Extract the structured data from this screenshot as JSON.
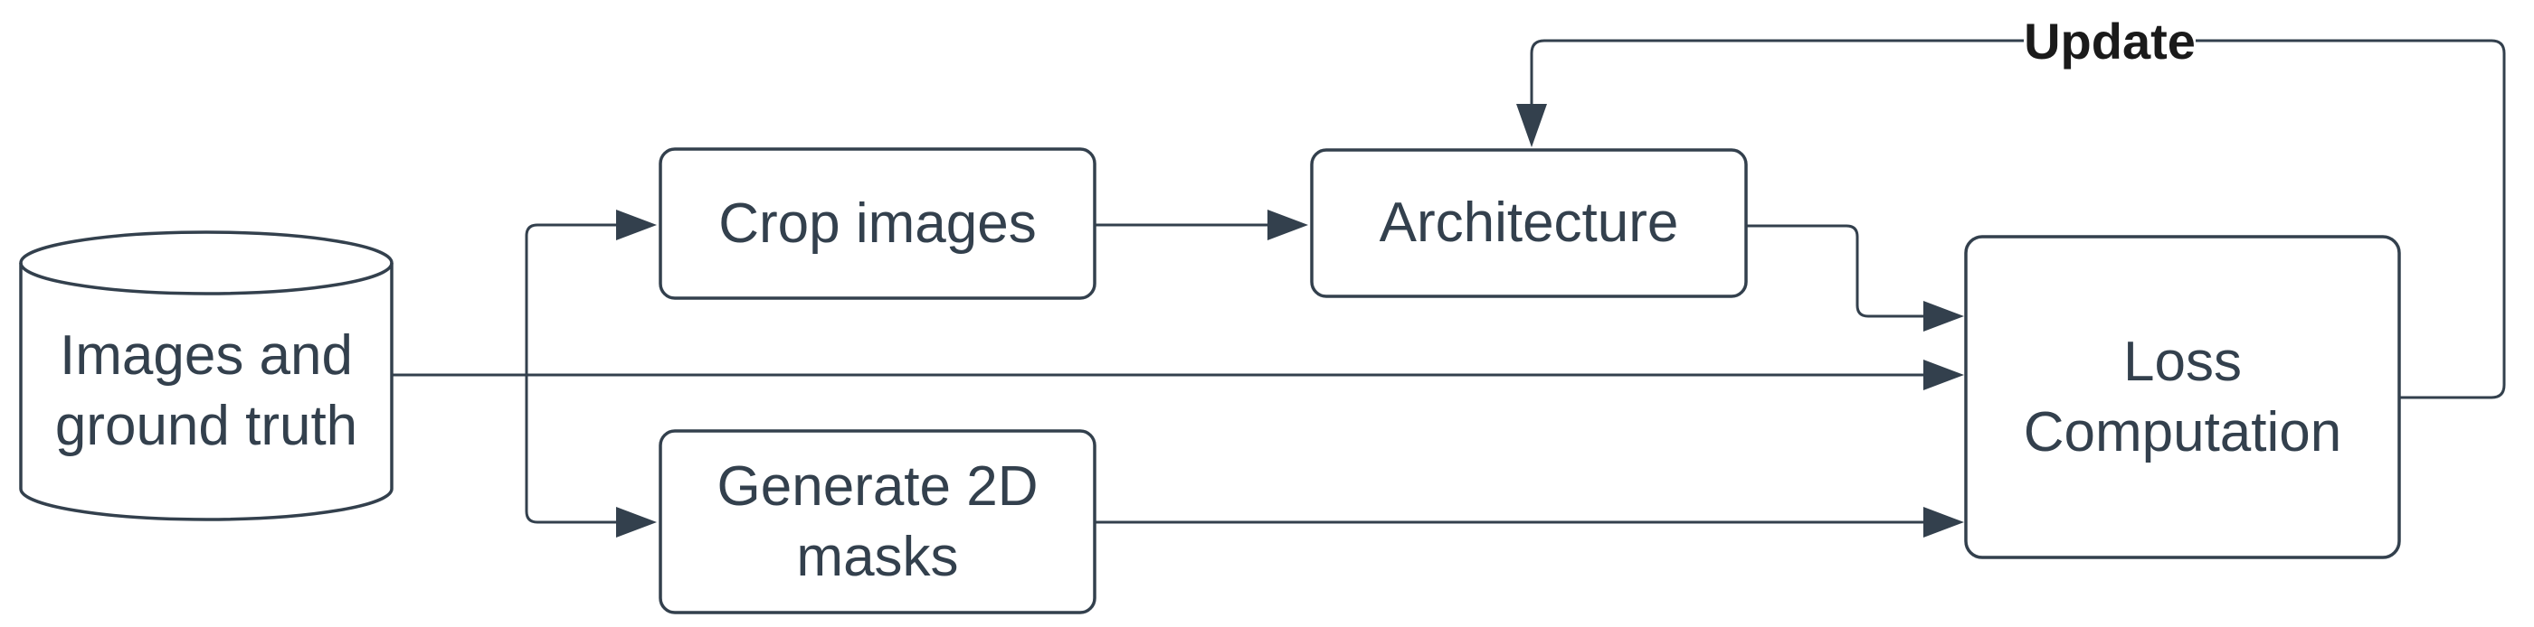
{
  "diagram": {
    "title": "training-pipeline-flowchart",
    "colors": {
      "background": "#ffffff",
      "stroke": "#33404d",
      "node_text": "#33404d",
      "update_label_text": "#1a1a1a"
    },
    "nodes": [
      {
        "id": "dataset",
        "shape": "cylinder",
        "label": "Images and\nground truth"
      },
      {
        "id": "crop",
        "shape": "rounded-rect",
        "label": "Crop images"
      },
      {
        "id": "architecture",
        "shape": "rounded-rect",
        "label": "Architecture"
      },
      {
        "id": "masks",
        "shape": "rounded-rect",
        "label": "Generate 2D\nmasks"
      },
      {
        "id": "loss",
        "shape": "rounded-rect",
        "label": "Loss\nComputation"
      }
    ],
    "edges": [
      {
        "from": "dataset",
        "to": "crop",
        "label": ""
      },
      {
        "from": "dataset",
        "to": "loss",
        "label": ""
      },
      {
        "from": "dataset",
        "to": "masks",
        "label": ""
      },
      {
        "from": "crop",
        "to": "architecture",
        "label": ""
      },
      {
        "from": "architecture",
        "to": "loss",
        "label": ""
      },
      {
        "from": "masks",
        "to": "loss",
        "label": ""
      },
      {
        "from": "loss",
        "to": "architecture",
        "label": "Update"
      }
    ],
    "update_label": "Update"
  }
}
